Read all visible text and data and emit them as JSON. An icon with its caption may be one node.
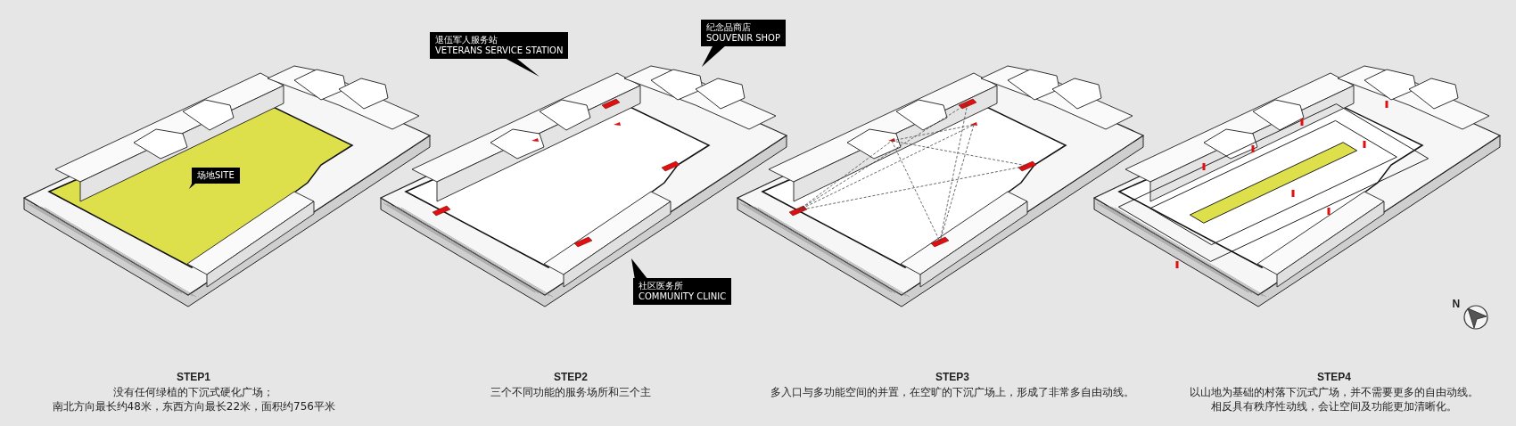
{
  "diagram": {
    "nodes": [
      {
        "text": [
          "场地SITE"
        ]
      },
      {
        "text": [
          "退伍军人服务站",
          "VETERANS SERVICE STATION"
        ]
      },
      {
        "text": [
          "纪念品商店",
          "SOUVENIR SHOP"
        ]
      },
      {
        "text": [
          "社区医务所",
          "COMMUNITY CLINIC"
        ]
      }
    ],
    "labels": [
      "STEP1",
      "没有任何绿植的下沉式硬化广场；",
      "南北方向最长约48米，东西方向最长22米，面积约756平米",
      "STEP2",
      "三个不同功能的服务场所和三个主",
      "STEP3",
      "多入口与多功能空间的并置，在空旷的下沉广场上，形成了非常多自由动线。",
      "STEP4",
      "以山地为基础的村落下沉式广场，并不需要更多的自由动线。",
      "相反具有秩序性动线，会让空间及功能更加清晰化。",
      "N"
    ]
  }
}
